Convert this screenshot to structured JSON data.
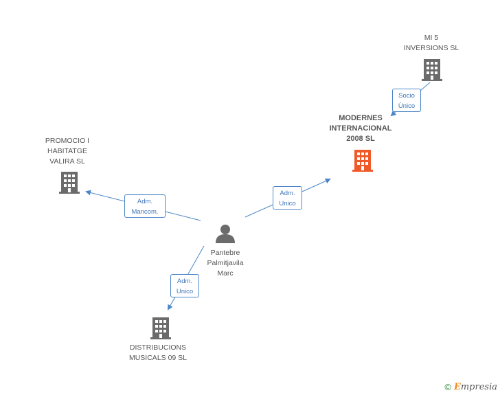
{
  "colors": {
    "edge": "#4a86c8",
    "company_icon": "#6b6b6b",
    "main_company_icon": "#f05a28",
    "person_icon": "#6b6b6b"
  },
  "nodes": {
    "mi5": {
      "label": "MI 5\nINVERSIONS  SL",
      "icon": "building-icon"
    },
    "modernes": {
      "label": "MODERNES\nINTERNACIONAL\n2008 SL",
      "icon": "building-icon"
    },
    "promocio": {
      "label": "PROMOCIO I\nHABITATGE\nVALIRA SL",
      "icon": "building-icon"
    },
    "person": {
      "label": "Pantebre\nPalmitjavila\nMarc",
      "icon": "person-icon"
    },
    "distribucions": {
      "label": "DISTRIBUCIONS\nMUSICALS 09 SL",
      "icon": "building-icon"
    }
  },
  "edges": {
    "socio": "Socio\nÚnico",
    "adm_modernes": "Adm.\nUnico",
    "adm_promocio": "Adm.\nMancom.",
    "adm_distribucions": "Adm.\nUnico"
  },
  "footer": {
    "copyright": "©",
    "brand_first": "E",
    "brand_rest": "mpresia"
  }
}
